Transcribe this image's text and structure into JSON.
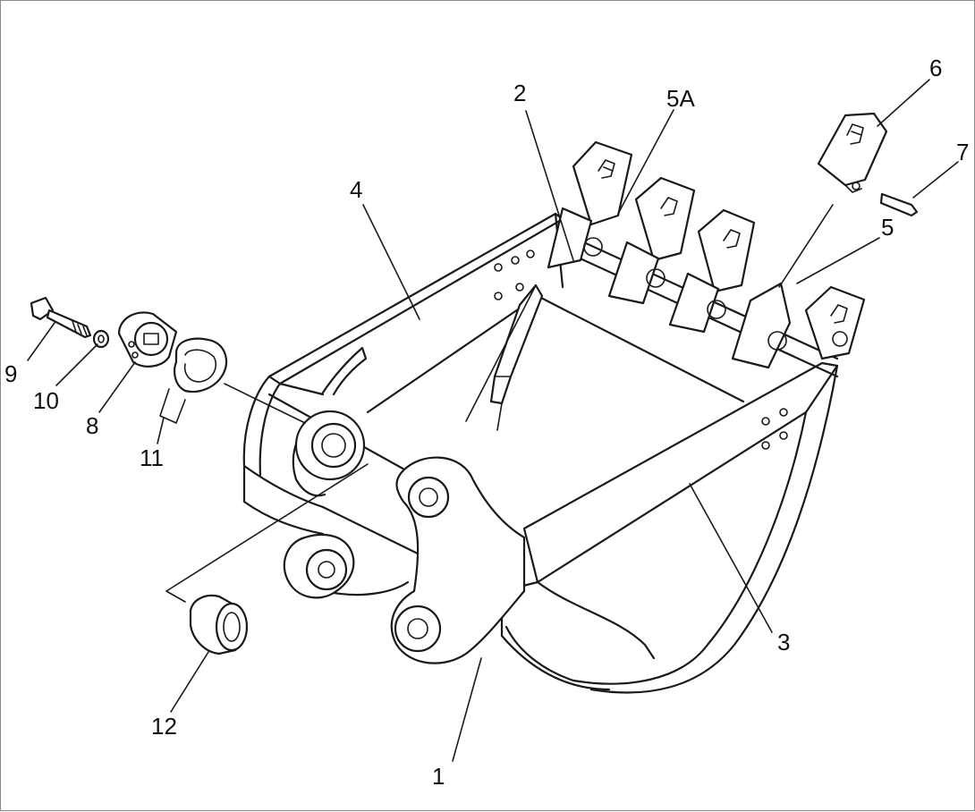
{
  "figure": {
    "callouts": [
      {
        "id": "c1",
        "text": "1"
      },
      {
        "id": "c2",
        "text": "2"
      },
      {
        "id": "c3",
        "text": "3"
      },
      {
        "id": "c4",
        "text": "4"
      },
      {
        "id": "c5",
        "text": "5"
      },
      {
        "id": "c5a",
        "text": "5A"
      },
      {
        "id": "c6",
        "text": "6"
      },
      {
        "id": "c7",
        "text": "7"
      },
      {
        "id": "c8",
        "text": "8"
      },
      {
        "id": "c9",
        "text": "9"
      },
      {
        "id": "c10",
        "text": "10"
      },
      {
        "id": "c11",
        "text": "11"
      },
      {
        "id": "c12",
        "text": "12"
      }
    ]
  }
}
